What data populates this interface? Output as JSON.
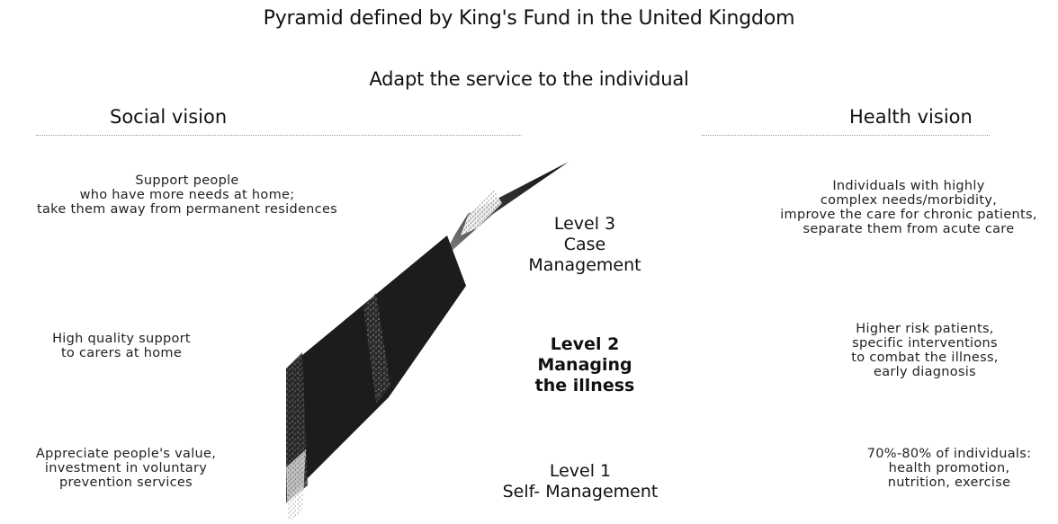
{
  "title": "Pyramid defined by King's Fund in the United Kingdom",
  "subtitle": "Adapt the service to the individual",
  "social_vision": {
    "heading": "Social vision",
    "items": [
      "Support people\nwho have more needs at home;\ntake them away from permanent residences",
      "High quality support\nto carers at home",
      "Appreciate people's value,\ninvestment in voluntary\nprevention services"
    ]
  },
  "health_vision": {
    "heading": "Health vision",
    "items": [
      "Individuals with highly\ncomplex needs/morbidity,\nimprove the care for chronic patients,\nseparate them from acute care",
      "Higher risk patients,\nspecific interventions\nto combat the illness,\nearly diagnosis",
      "70%-80% of individuals:\nhealth promotion,\nnutrition, exercise"
    ]
  },
  "levels": [
    {
      "line1": "Level 3",
      "line2": "Case",
      "line3": "Management"
    },
    {
      "line1": "Level 2",
      "line2": "Managing",
      "line3": "the illness"
    },
    {
      "line1": "Level 1",
      "line2": "Self- Management"
    }
  ],
  "colors": {
    "dark": "#1a1a1a",
    "speckle": "#555555"
  }
}
